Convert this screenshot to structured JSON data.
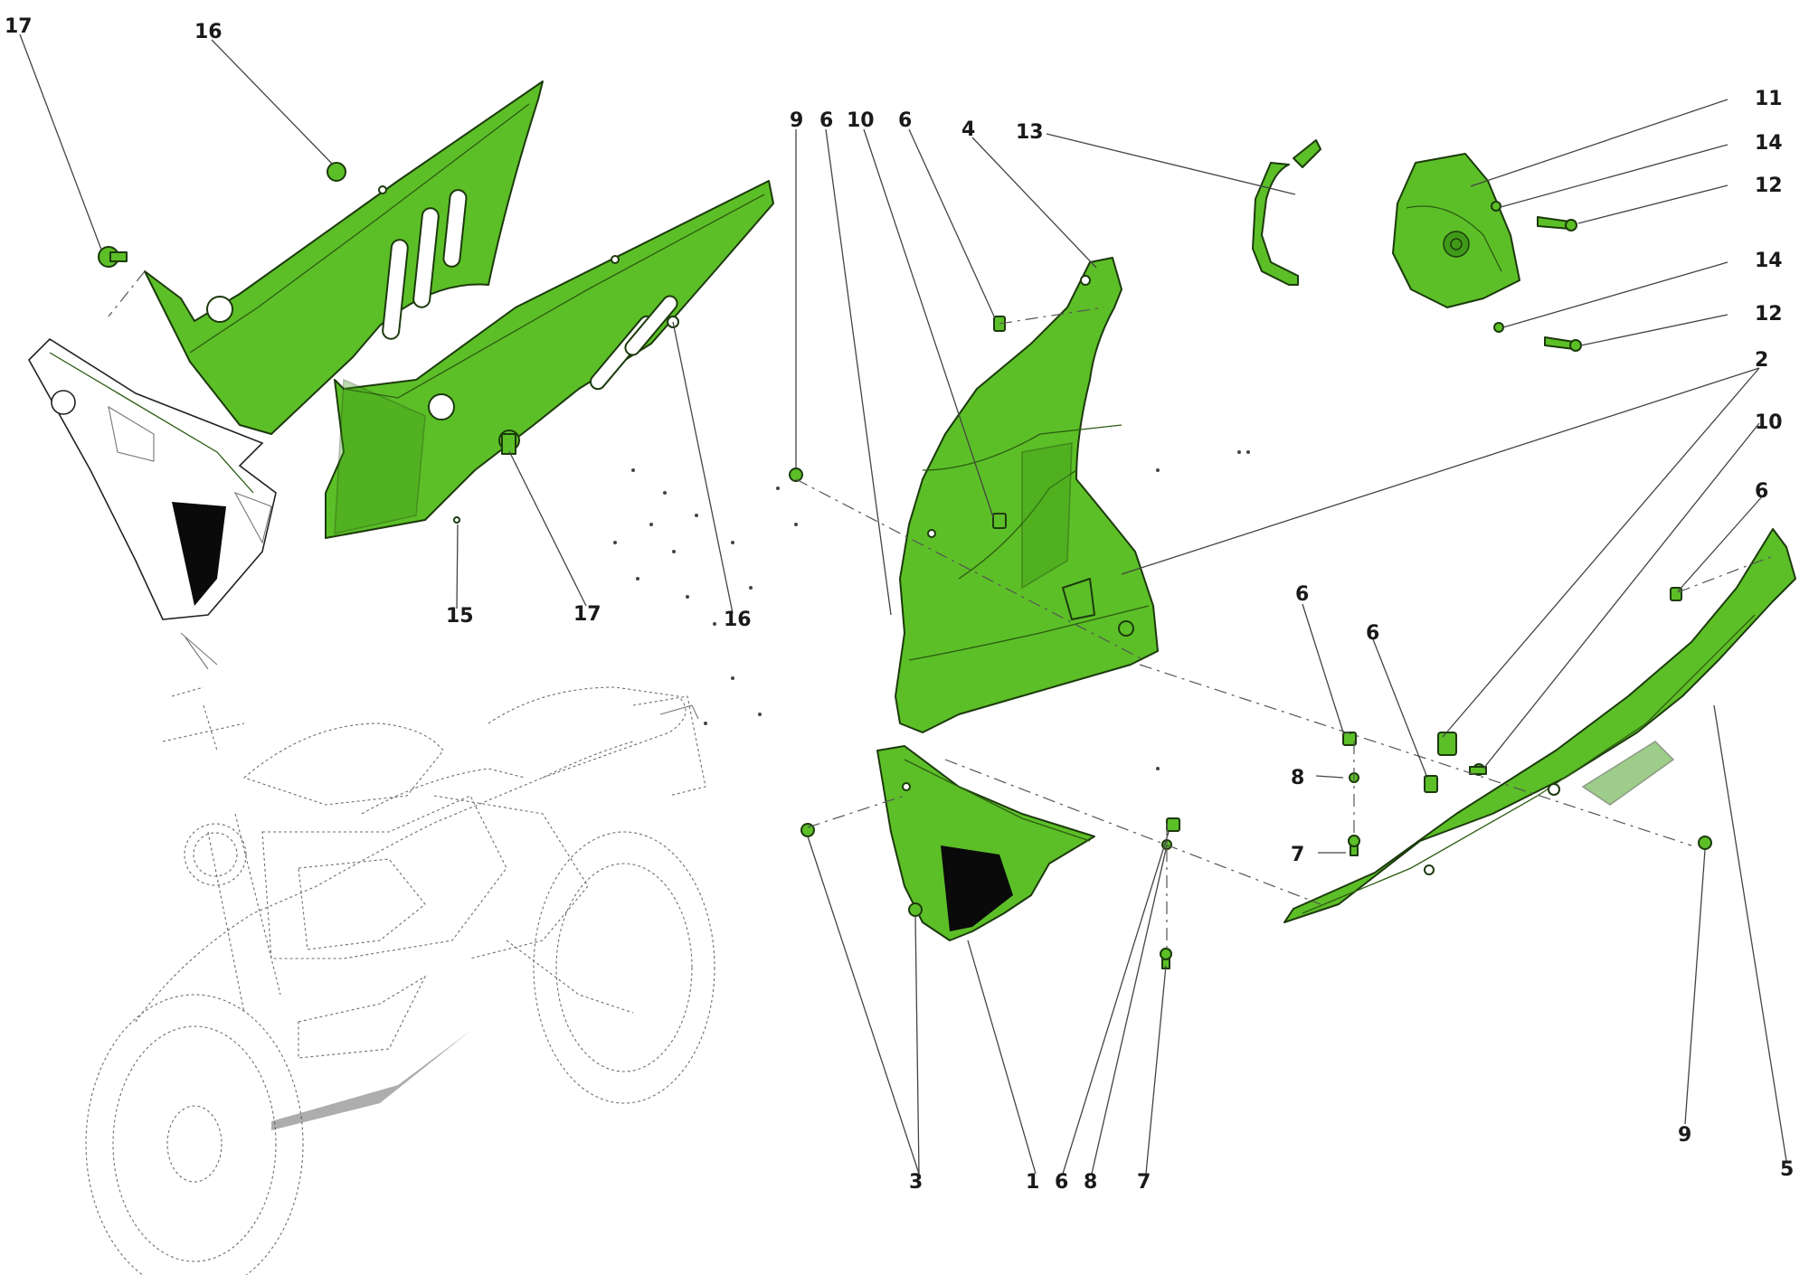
{
  "diagram": {
    "callouts": [
      "17",
      "16",
      "9",
      "6",
      "10",
      "6",
      "4",
      "13",
      "11",
      "14",
      "12",
      "14",
      "12",
      "2",
      "10",
      "6",
      "15",
      "17",
      "16",
      "6",
      "6",
      "8",
      "7",
      "3",
      "1",
      "6",
      "8",
      "7",
      "9",
      "5"
    ]
  }
}
